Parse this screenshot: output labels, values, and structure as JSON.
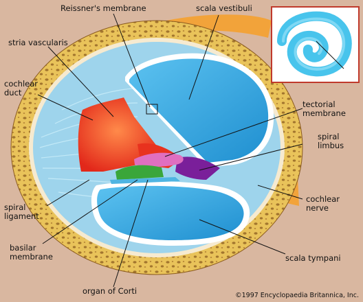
{
  "labels": {
    "reissners_membrane": "Reissner's membrane",
    "scala_vestibuli": "scala vestibuli",
    "stria_vascularis": "stria vascularis",
    "cochlear_duct_line1": "cochlear",
    "cochlear_duct_line2": "duct",
    "tectorial_membrane_line1": "tectorial",
    "tectorial_membrane_line2": "membrane",
    "spiral_limbus_line1": "spiral",
    "spiral_limbus_line2": "limbus",
    "cochlear_nerve_line1": "cochlear",
    "cochlear_nerve_line2": "nerve",
    "spiral_ligament_line1": "spiral",
    "spiral_ligament_line2": "ligament",
    "basilar_membrane_line1": "basilar",
    "basilar_membrane_line2": "membrane",
    "scala_tympani": "scala tympani",
    "organ_of_corti": "organ of Corti"
  },
  "copyright": "©1997 Encyclopaedia Britannica, Inc.",
  "colors": {
    "background": "#d9b7a0",
    "bone": "#e9c35a",
    "bone_pore": "#8a5a1e",
    "ligament_blue": "#9ed4ec",
    "scala_blue": "#2f9fdc",
    "cochlear_duct_red": "#e8321e",
    "tectorial_pink": "#e06fc0",
    "spiral_limbus_purple": "#7a1f9a",
    "organ_green": "#3aa63a",
    "nerve_orange": "#f2a33a"
  }
}
